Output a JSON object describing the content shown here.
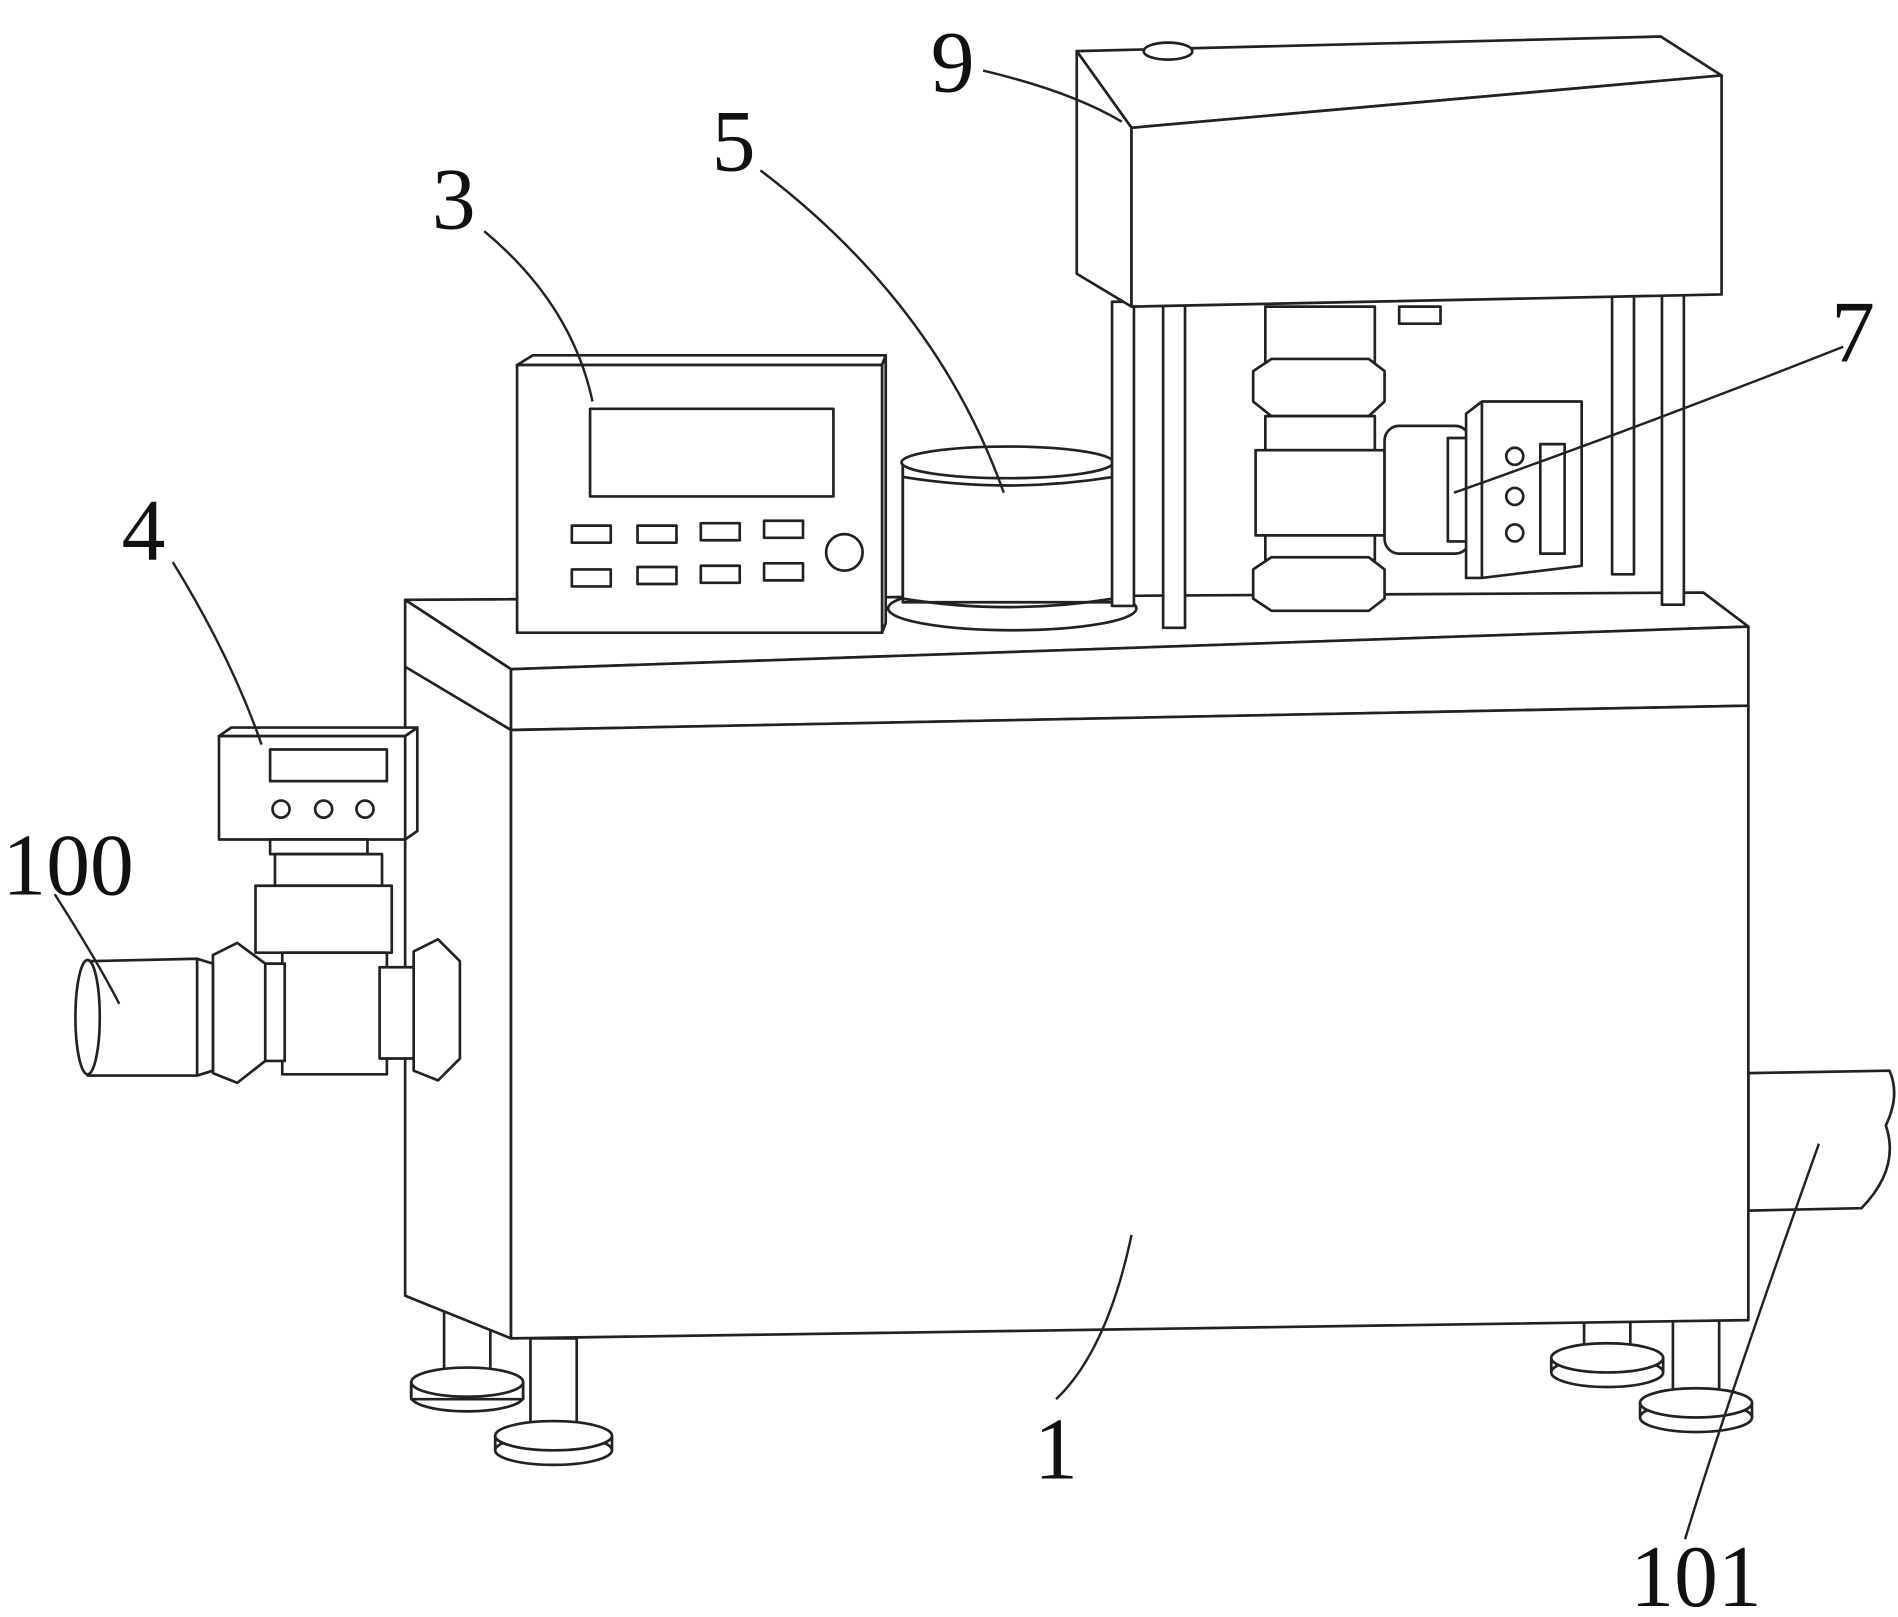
{
  "figure": {
    "labels": {
      "tank": "9",
      "cup": "5",
      "controller": "3",
      "valve": "7",
      "flowmeter": "4",
      "inlet_pipe": "100",
      "body": "1",
      "outlet_pipe": "101"
    }
  }
}
